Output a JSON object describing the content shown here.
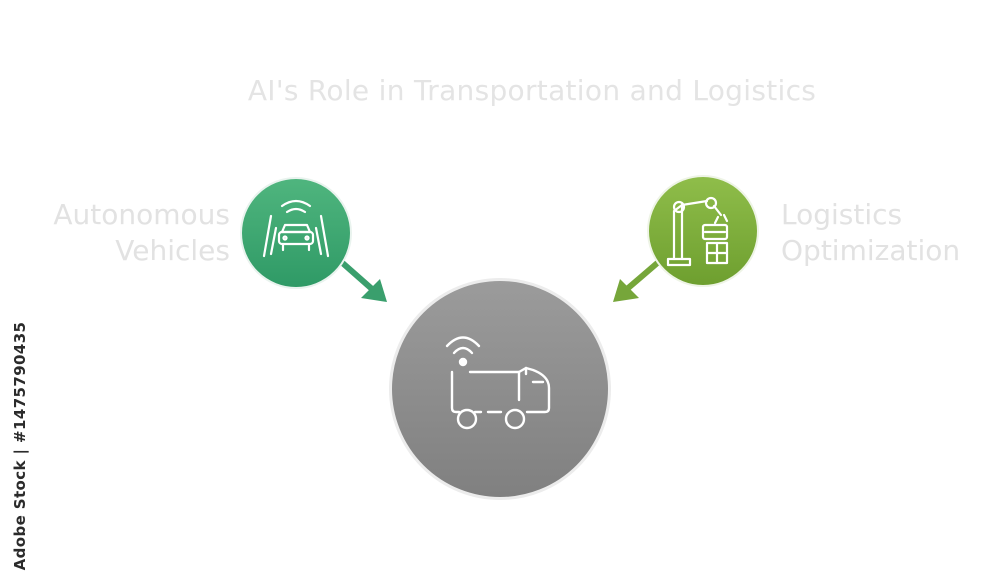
{
  "title": "AI's Role in Transportation and Logistics",
  "nodes": {
    "left": {
      "label_line1": "Autonomous",
      "label_line2": "Vehicles",
      "icon": "autonomous-car-icon",
      "color": "#3aa673"
    },
    "right": {
      "label_line1": "Logistics",
      "label_line2": "Optimization",
      "icon": "robotic-arm-icon",
      "color": "#7eae3c"
    },
    "center": {
      "icon": "connected-truck-icon",
      "color": "#8e8e8e"
    }
  },
  "watermark": {
    "text": "Adobe Stock | #1475790435"
  }
}
